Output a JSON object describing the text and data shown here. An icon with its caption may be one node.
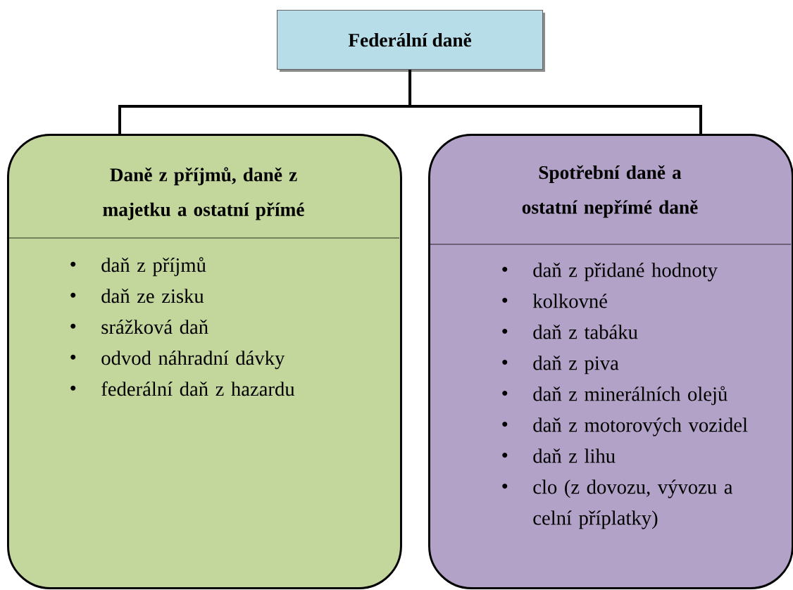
{
  "diagram": {
    "nodes": [
      {
        "text": [
          "Federální daně"
        ]
      },
      {
        "text": [
          "Daně z příjmů, daně z majetku a ostatní přímé",
          "daň z příjmů",
          "daň ze zisku",
          "srážková daň",
          "odvod náhradní dávky",
          "federální daň z hazardu"
        ]
      },
      {
        "text": [
          "Spotřební daně a ostatní nepřímé daně",
          "daň z přidané hodnoty",
          "kolkovné",
          "daň z tabáku",
          "daň z piva",
          "daň z minerálních olejů",
          "daň z motorových vozidel",
          "daň z lihu",
          "clo (z dovozu, vývozu a celní příplatky)"
        ]
      }
    ],
    "edges": [
      {
        "from": 0,
        "to": 1,
        "arrow": "none"
      },
      {
        "from": 0,
        "to": 2,
        "arrow": "none"
      }
    ]
  }
}
